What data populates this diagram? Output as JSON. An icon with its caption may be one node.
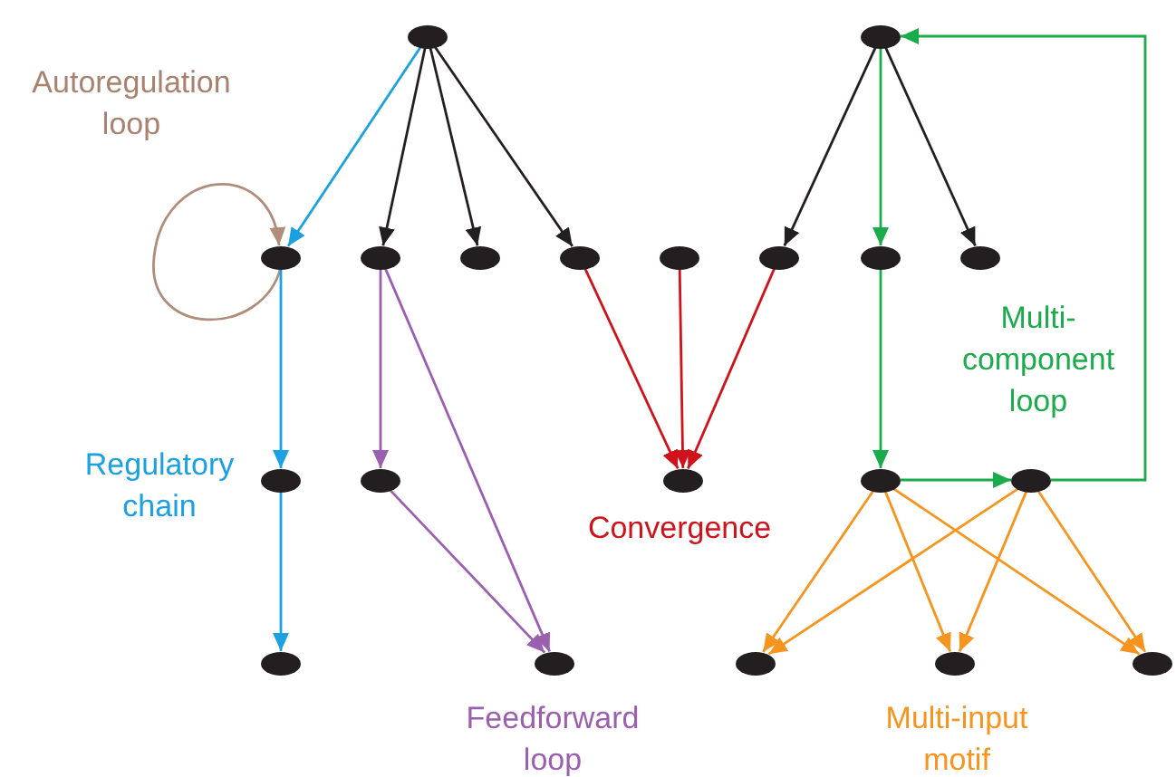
{
  "diagram": {
    "nodes": [
      {
        "text": [],
        "shape": "ellipse"
      },
      {
        "text": [],
        "shape": "ellipse"
      },
      {
        "text": [],
        "shape": "ellipse"
      },
      {
        "text": [],
        "shape": "ellipse"
      },
      {
        "text": [],
        "shape": "ellipse"
      },
      {
        "text": [],
        "shape": "ellipse"
      },
      {
        "text": [],
        "shape": "ellipse"
      },
      {
        "text": [],
        "shape": "ellipse"
      },
      {
        "text": [],
        "shape": "ellipse"
      },
      {
        "text": [],
        "shape": "ellipse"
      },
      {
        "text": [],
        "shape": "ellipse"
      },
      {
        "text": [],
        "shape": "ellipse"
      },
      {
        "text": [],
        "shape": "ellipse"
      },
      {
        "text": [],
        "shape": "ellipse"
      },
      {
        "text": [],
        "shape": "ellipse"
      },
      {
        "text": [],
        "shape": "ellipse"
      },
      {
        "text": [],
        "shape": "ellipse"
      },
      {
        "text": [],
        "shape": "ellipse"
      },
      {
        "text": [],
        "shape": "ellipse"
      },
      {
        "text": [],
        "shape": "ellipse"
      }
    ],
    "edges": [
      {
        "from": 0,
        "to": 2,
        "arrow": "to",
        "color": "#1ba1e2"
      },
      {
        "from": 0,
        "to": 3,
        "arrow": "to",
        "color": "#231f20"
      },
      {
        "from": 0,
        "to": 4,
        "arrow": "to",
        "color": "#231f20"
      },
      {
        "from": 0,
        "to": 5,
        "arrow": "to",
        "color": "#231f20"
      },
      {
        "from": 1,
        "to": 7,
        "arrow": "to",
        "color": "#231f20"
      },
      {
        "from": 1,
        "to": 8,
        "arrow": "to",
        "color": "#1aab4b"
      },
      {
        "from": 1,
        "to": 9,
        "arrow": "to",
        "color": "#231f20"
      },
      {
        "from": 2,
        "to": 2,
        "arrow": "to",
        "color": "#b08c7a"
      },
      {
        "from": 2,
        "to": 10,
        "arrow": "to",
        "color": "#1ba1e2"
      },
      {
        "from": 10,
        "to": 15,
        "arrow": "to",
        "color": "#1ba1e2"
      },
      {
        "from": 3,
        "to": 11,
        "arrow": "to",
        "color": "#9b5fb0"
      },
      {
        "from": 3,
        "to": 16,
        "arrow": "to",
        "color": "#9b5fb0"
      },
      {
        "from": 11,
        "to": 16,
        "arrow": "to",
        "color": "#9b5fb0"
      },
      {
        "from": 5,
        "to": 12,
        "arrow": "to",
        "color": "#d0121b"
      },
      {
        "from": 6,
        "to": 12,
        "arrow": "to",
        "color": "#d0121b"
      },
      {
        "from": 7,
        "to": 12,
        "arrow": "to",
        "color": "#d0121b"
      },
      {
        "from": 8,
        "to": 13,
        "arrow": "to",
        "color": "#1aab4b"
      },
      {
        "from": 13,
        "to": 14,
        "arrow": "to",
        "color": "#1aab4b"
      },
      {
        "from": 14,
        "to": 1,
        "arrow": "to",
        "color": "#1aab4b"
      },
      {
        "from": 13,
        "to": 17,
        "arrow": "to",
        "color": "#f7941d"
      },
      {
        "from": 13,
        "to": 18,
        "arrow": "to",
        "color": "#f7941d"
      },
      {
        "from": 13,
        "to": 19,
        "arrow": "to",
        "color": "#f7941d"
      },
      {
        "from": 14,
        "to": 17,
        "arrow": "to",
        "color": "#f7941d"
      },
      {
        "from": 14,
        "to": 18,
        "arrow": "to",
        "color": "#f7941d"
      },
      {
        "from": 14,
        "to": 19,
        "arrow": "to",
        "color": "#f7941d"
      }
    ],
    "labels": [
      "Autoregulation loop",
      "Regulatory chain",
      "Convergence",
      "Feedforward loop",
      "Multi-component loop",
      "Multi-input motif"
    ]
  }
}
